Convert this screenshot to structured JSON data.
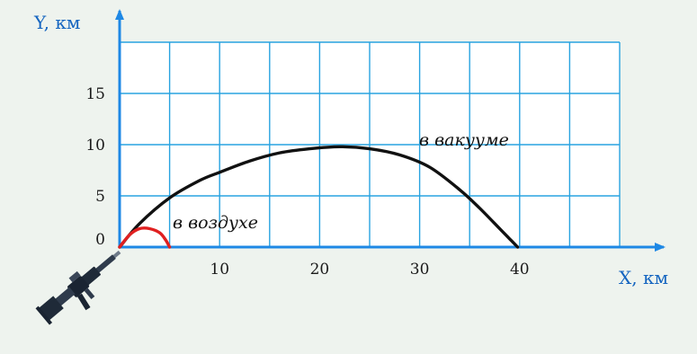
{
  "chart_data": {
    "type": "line",
    "xlabel": "X, км",
    "ylabel": "Y, км",
    "xlim": [
      0,
      50
    ],
    "ylim": [
      0,
      20
    ],
    "grid": true,
    "x_grid_step": 5,
    "y_grid_step": 5,
    "x_ticks": [
      {
        "value": 10,
        "label": "10"
      },
      {
        "value": 20,
        "label": "20"
      },
      {
        "value": 30,
        "label": "30"
      },
      {
        "value": 40,
        "label": "40"
      }
    ],
    "y_ticks": [
      {
        "value": 0,
        "label": "0"
      },
      {
        "value": 5,
        "label": "5"
      },
      {
        "value": 10,
        "label": "10"
      },
      {
        "value": 15,
        "label": "15"
      }
    ],
    "series": [
      {
        "name": "в вакууме",
        "color": "#111111",
        "x": [
          0,
          2,
          5,
          8,
          10,
          13,
          16,
          19,
          22,
          25,
          28,
          31,
          34,
          36,
          38,
          39,
          39.8
        ],
        "y": [
          0,
          2.3,
          4.8,
          6.5,
          7.3,
          8.4,
          9.2,
          9.6,
          9.8,
          9.6,
          9.0,
          7.8,
          5.6,
          3.8,
          1.8,
          0.8,
          0
        ]
      },
      {
        "name": "в воздухе",
        "color": "#e02020",
        "x": [
          0,
          1,
          2,
          3,
          4,
          4.6,
          5
        ],
        "y": [
          0,
          1.2,
          1.8,
          1.8,
          1.4,
          0.7,
          0
        ]
      }
    ]
  },
  "icons": {
    "rifle": "rifle-icon"
  }
}
